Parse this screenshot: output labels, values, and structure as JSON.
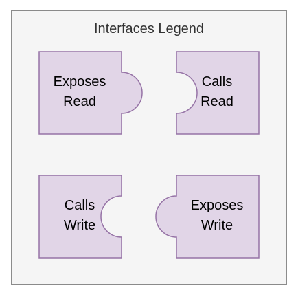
{
  "legend": {
    "title": "Interfaces Legend",
    "background_color": "#f5f5f5",
    "border_color": "#666666"
  },
  "piece_style": {
    "fill_color": "#e1d5e7",
    "stroke_color": "#9673a6"
  },
  "pieces": [
    {
      "id": "exposes-read",
      "kind": "exposes",
      "side": "right",
      "lines": [
        "Exposes",
        "Read"
      ]
    },
    {
      "id": "calls-read",
      "kind": "calls",
      "side": "left",
      "lines": [
        "Calls",
        "Read"
      ]
    },
    {
      "id": "calls-write",
      "kind": "calls",
      "side": "right",
      "lines": [
        "Calls",
        "Write"
      ]
    },
    {
      "id": "exposes-write",
      "kind": "exposes",
      "side": "left",
      "lines": [
        "Exposes",
        "Write"
      ]
    }
  ]
}
